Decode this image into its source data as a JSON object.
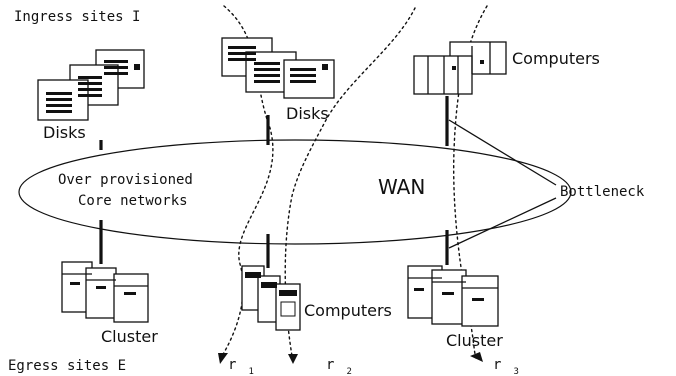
{
  "labels": {
    "ingress": "Ingress sites I",
    "egress": "Egress sites E",
    "disks_left": "Disks",
    "disks_mid": "Disks",
    "computers_top": "Computers",
    "computers_bottom": "Computers",
    "cluster_left": "Cluster",
    "cluster_right": "Cluster",
    "core_line1": "Over provisioned",
    "core_line2": "Core networks",
    "wan": "WAN",
    "bottleneck": "Bottleneck"
  },
  "routes": [
    {
      "name": "r",
      "sub": "1"
    },
    {
      "name": "r",
      "sub": "2"
    },
    {
      "name": "r",
      "sub": "3"
    }
  ]
}
